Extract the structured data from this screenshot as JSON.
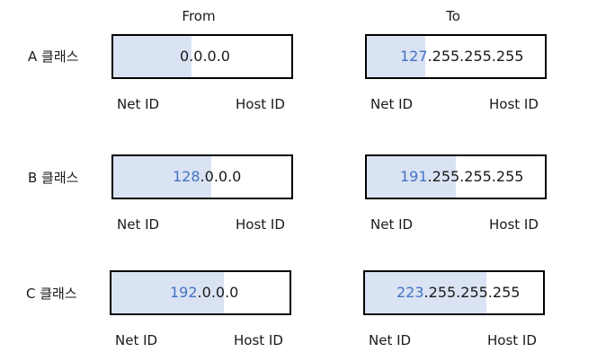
{
  "headers": {
    "from": "From",
    "to": "To"
  },
  "legend": {
    "net": "Net ID",
    "host": "Host ID"
  },
  "colors": {
    "net_fill": "#dae3f3",
    "net_text": "#4472c4",
    "border": "#000000"
  },
  "rows": [
    {
      "label": "A 클래스",
      "from": {
        "net": "",
        "host": "0.0.0.0",
        "net_fraction": 0.44
      },
      "to": {
        "net": "127",
        "host": ".255.255.255",
        "net_fraction": 0.33
      }
    },
    {
      "label": "B 클래스",
      "from": {
        "net": "128",
        "host": ".0.0.0",
        "net_fraction": 0.55
      },
      "to": {
        "net": "191",
        "host": ".255.255.255",
        "net_fraction": 0.5
      }
    },
    {
      "label": "C 클래스",
      "from": {
        "net": "192",
        "host": ".0.0.0",
        "net_fraction": 0.63
      },
      "to": {
        "net": "223",
        "host": ".255.255.255",
        "net_fraction": 0.68
      }
    }
  ]
}
